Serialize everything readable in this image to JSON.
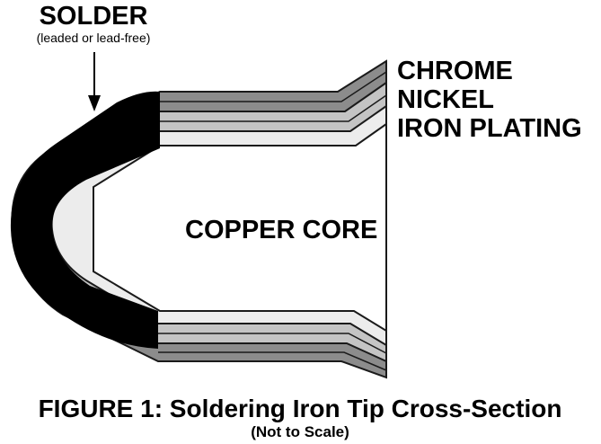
{
  "labels": {
    "solder": "SOLDER",
    "solder_note": "(leaded or lead-free)",
    "chrome": "CHROME",
    "nickel": "NICKEL",
    "iron_plating": "IRON PLATING",
    "copper_core": "COPPER CORE"
  },
  "caption": {
    "title": "FIGURE 1: Soldering Iron Tip Cross-Section",
    "subtitle": "(Not to Scale)"
  },
  "colors": {
    "solder": "#000000",
    "chrome": "#8c8c8c",
    "nickel": "#c4c4c4",
    "iron_plating": "#ececec",
    "copper_core": "#ffffff",
    "outline": "#1a1a1a"
  }
}
